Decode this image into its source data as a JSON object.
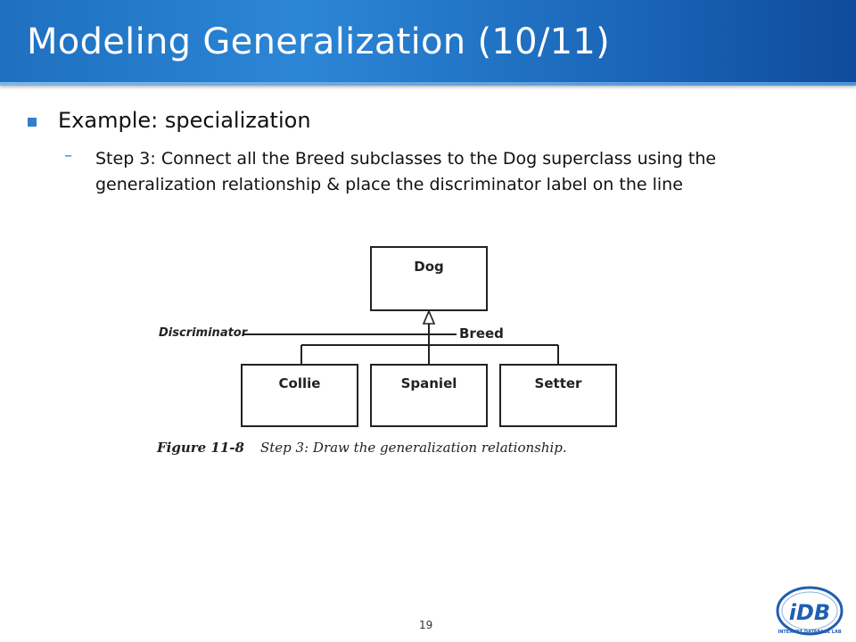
{
  "slide": {
    "title": "Modeling Generalization (10/11)",
    "bullet": "Example: specialization",
    "sub_dash": "–",
    "sub_bullet": "Step 3: Connect all the Breed subclasses to the Dog superclass using the generalization relationship & place the discriminator label on the line",
    "page_number": "19"
  },
  "diagram": {
    "superclass": "Dog",
    "subclasses": [
      "Collie",
      "Spaniel",
      "Setter"
    ],
    "discriminator_label": "Discriminator",
    "discriminator_value": "Breed",
    "caption_number": "Figure 11-8",
    "caption_text": "Step 3: Draw the generalization relationship."
  },
  "logo": {
    "text": "iDB",
    "ring_text": "INTERNET DATABASE LAB",
    "color": "#1f5fb0"
  }
}
